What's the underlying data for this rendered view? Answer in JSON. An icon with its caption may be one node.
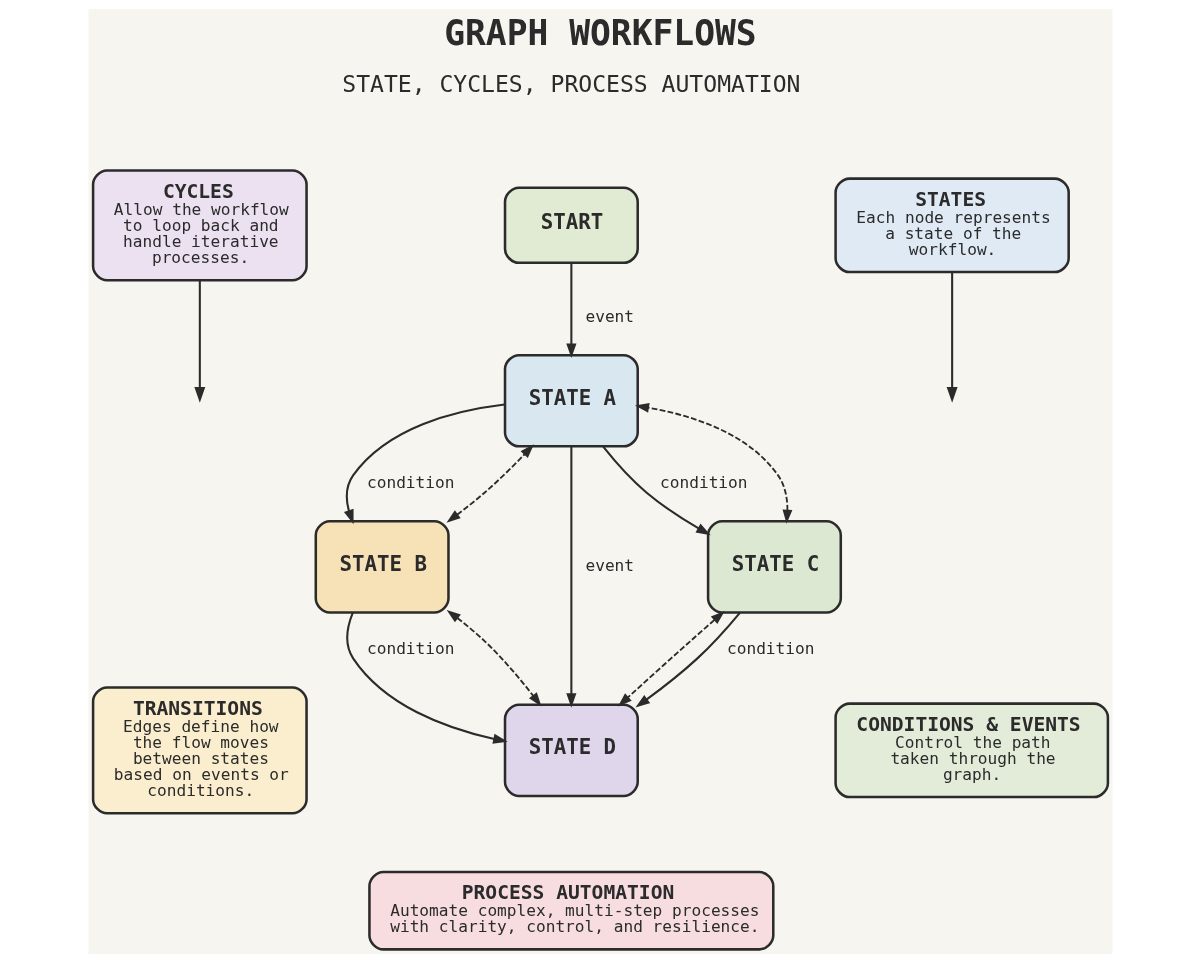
{
  "diagram": {
    "title": "GRAPH WORKFLOWS",
    "nodes": [
      {
        "text": [
          "START"
        ]
      },
      {
        "text": [
          "STATE A"
        ]
      },
      {
        "text": [
          "STATE B"
        ]
      },
      {
        "text": [
          "STATE C"
        ]
      },
      {
        "text": [
          "STATE D"
        ]
      },
      {
        "text": [
          "CYCLES",
          "Allow the workflow to loop back and handle iterative processes."
        ]
      },
      {
        "text": [
          "STATES",
          "Each node represents a state of the workflow."
        ]
      },
      {
        "text": [
          "TRANSITIONS",
          "Edges define how the flow moves between states based on events or conditions."
        ]
      },
      {
        "text": [
          "CONDITIONS & EVENTS",
          "Control the path taken through the graph."
        ]
      },
      {
        "text": [
          "PROCESS AUTOMATION",
          "Automate complex, multi-step processes with clarity, control, and resilience."
        ]
      }
    ],
    "edges": [
      {
        "from": 0,
        "to": 1,
        "arrow": "to",
        "label": "event"
      },
      {
        "from": 1,
        "to": 2,
        "arrow": "to",
        "label": "condition"
      },
      {
        "from": 1,
        "to": 3,
        "arrow": "to",
        "label": "condition"
      },
      {
        "from": 1,
        "to": 4,
        "arrow": "to",
        "label": "event"
      },
      {
        "from": 2,
        "to": 4,
        "arrow": "to",
        "label": "condition"
      },
      {
        "from": 3,
        "to": 4,
        "arrow": "to",
        "label": "condition"
      },
      {
        "from": 2,
        "to": 1,
        "arrow": "both",
        "style": "dashed"
      },
      {
        "from": 3,
        "to": 1,
        "arrow": "both",
        "style": "dashed"
      },
      {
        "from": 2,
        "to": 4,
        "arrow": "both",
        "style": "dashed"
      },
      {
        "from": 3,
        "to": 4,
        "arrow": "both",
        "style": "dashed"
      },
      {
        "from": 5,
        "to": null,
        "arrow": "to"
      },
      {
        "from": 6,
        "to": null,
        "arrow": "to"
      }
    ],
    "labels": [
      "STATE, CYCLES, PROCESS AUTOMATION"
    ]
  }
}
